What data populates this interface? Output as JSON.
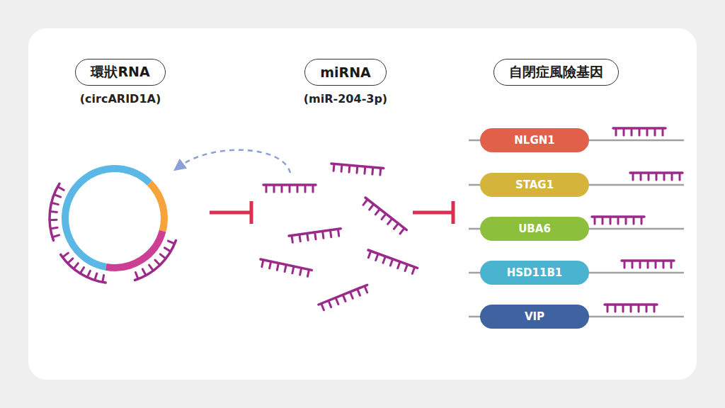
{
  "diagram": {
    "nodes": [
      {
        "text": [
          "環狀RNA",
          "(circARID1A)"
        ]
      },
      {
        "text": [
          "miRNA",
          "(miR-204-3p)"
        ]
      },
      {
        "text": [
          "自閉症風險基因"
        ]
      },
      {
        "text": [
          "NLGN1"
        ]
      },
      {
        "text": [
          "STAG1"
        ]
      },
      {
        "text": [
          "UBA6"
        ]
      },
      {
        "text": [
          "HSD11B1"
        ]
      },
      {
        "text": [
          "VIP"
        ]
      }
    ]
  }
}
